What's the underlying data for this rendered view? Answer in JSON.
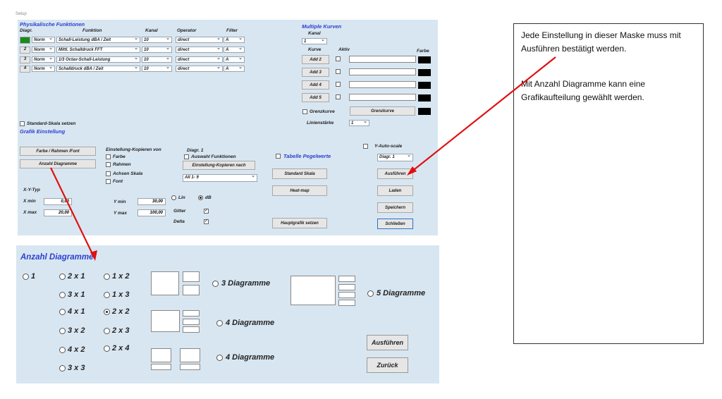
{
  "window_title": "Setup",
  "top": {
    "physik_title": "Physikalische Funktionen",
    "col_diagr": "Diagr.",
    "col_funktion": "Funktion",
    "col_kanal": "Kanal",
    "col_operator": "Operator",
    "col_filter": "Filter",
    "rows": [
      {
        "num": "1",
        "norm": "Norm",
        "funktion": "Schall-Leistung dBA / Zeit",
        "kanal": "10",
        "operator": "direct",
        "filter": "A"
      },
      {
        "num": "2",
        "norm": "Norm",
        "funktion": "Mittl. Schalldruck FFT",
        "kanal": "10",
        "operator": "direct",
        "filter": "A"
      },
      {
        "num": "3",
        "norm": "Norm",
        "funktion": "1/3 Octav-Schall-Leistung",
        "kanal": "10",
        "operator": "direct",
        "filter": "A"
      },
      {
        "num": "4",
        "norm": "Norm",
        "funktion": "Schalldruck dBA / Zeit",
        "kanal": "10",
        "operator": "direct",
        "filter": "A"
      }
    ],
    "multi_title": "Multiple Kurven",
    "multi_kanal_label": "Kanal",
    "multi_kanal_value": "1",
    "kurve_label": "Kurve",
    "aktiv_label": "Aktiv",
    "farbe_label": "Farbe",
    "add_buttons": [
      "Add 2",
      "Add 3",
      "Add 4",
      "Add 5"
    ],
    "grenzkurve_label": "Grenzkurve",
    "grenzkurve_button": "Grenzkurve",
    "linienstaerke_label": "Linienstärke",
    "linienstaerke_value": "1",
    "standard_skala_label": "Standard-Skala setzen",
    "grafik_title": "Grafik Einstellung",
    "farbe_rahmen_button": "Farbe / Rahmen /Font",
    "anzahl_diagramme_button": "Anzahl Diagramme",
    "kopieren_title": "Einstellung-Kopieren von",
    "kopieren_options": [
      "Farbe",
      "Rahmen",
      "Achsen Skala",
      "Font"
    ],
    "diagr1_label": "Diagr. 1",
    "auswahl_funktionen_label": "Auswahl Funktionen",
    "kopieren_nach_button": "Einstellung-Kopieren nach",
    "all_select": "All 1- 9",
    "tabelle_label": "Tabelle Pegelwerte",
    "standard_skala_button": "Standard Skala",
    "heatmap_button": "Heat-map",
    "hauptgrafik_button": "Hauptgrafik setzen",
    "y_autoscale_label": "Y-Auto-scale",
    "diagr_select": "Diagr. 1",
    "ausfuehren_button": "Ausführen",
    "laden_button": "Laden",
    "speichern_button": "Speichern",
    "schliessen_button": "Schließen",
    "xy_typ_label": "X-Y-Typ",
    "xmin_label": "X min",
    "xmin_value": "0,00",
    "xmax_label": "X max",
    "xmax_value": "20,00",
    "ymin_label": "Y min",
    "ymin_value": "30,00",
    "ymax_label": "Y max",
    "ymax_value": "100,00",
    "lin_label": "Lin",
    "db_label": "dB",
    "gitter_label": "Gitter",
    "delta_label": "Delta"
  },
  "bottom": {
    "title": "Anzahl Diagramme",
    "options": [
      "1",
      "2 x 1",
      "1 x 2",
      "3 x 1",
      "1 x 3",
      "4 x 1",
      "2 x 2",
      "3 x 2",
      "2 x 3",
      "4 x 2",
      "2 x 4",
      "3 x 3"
    ],
    "layout_3": "3 Diagramme",
    "layout_4a": "4 Diagramme",
    "layout_4b": "4 Diagramme",
    "layout_5": "5 Diagramme",
    "ausfuehren_button": "Ausführen",
    "zurueck_button": "Zurück"
  },
  "note": {
    "line1": "Jede Einstellung in dieser Maske muss mit Ausführen bestätigt werden.",
    "line2": "Mit Anzahl Diagramme kann eine Grafikaufteilung gewählt werden."
  },
  "colors": {
    "panel": "#d8e6f1",
    "title_blue": "#2a3fd0",
    "arrow_red": "#e01010",
    "active_green": "#1a8a1a"
  }
}
